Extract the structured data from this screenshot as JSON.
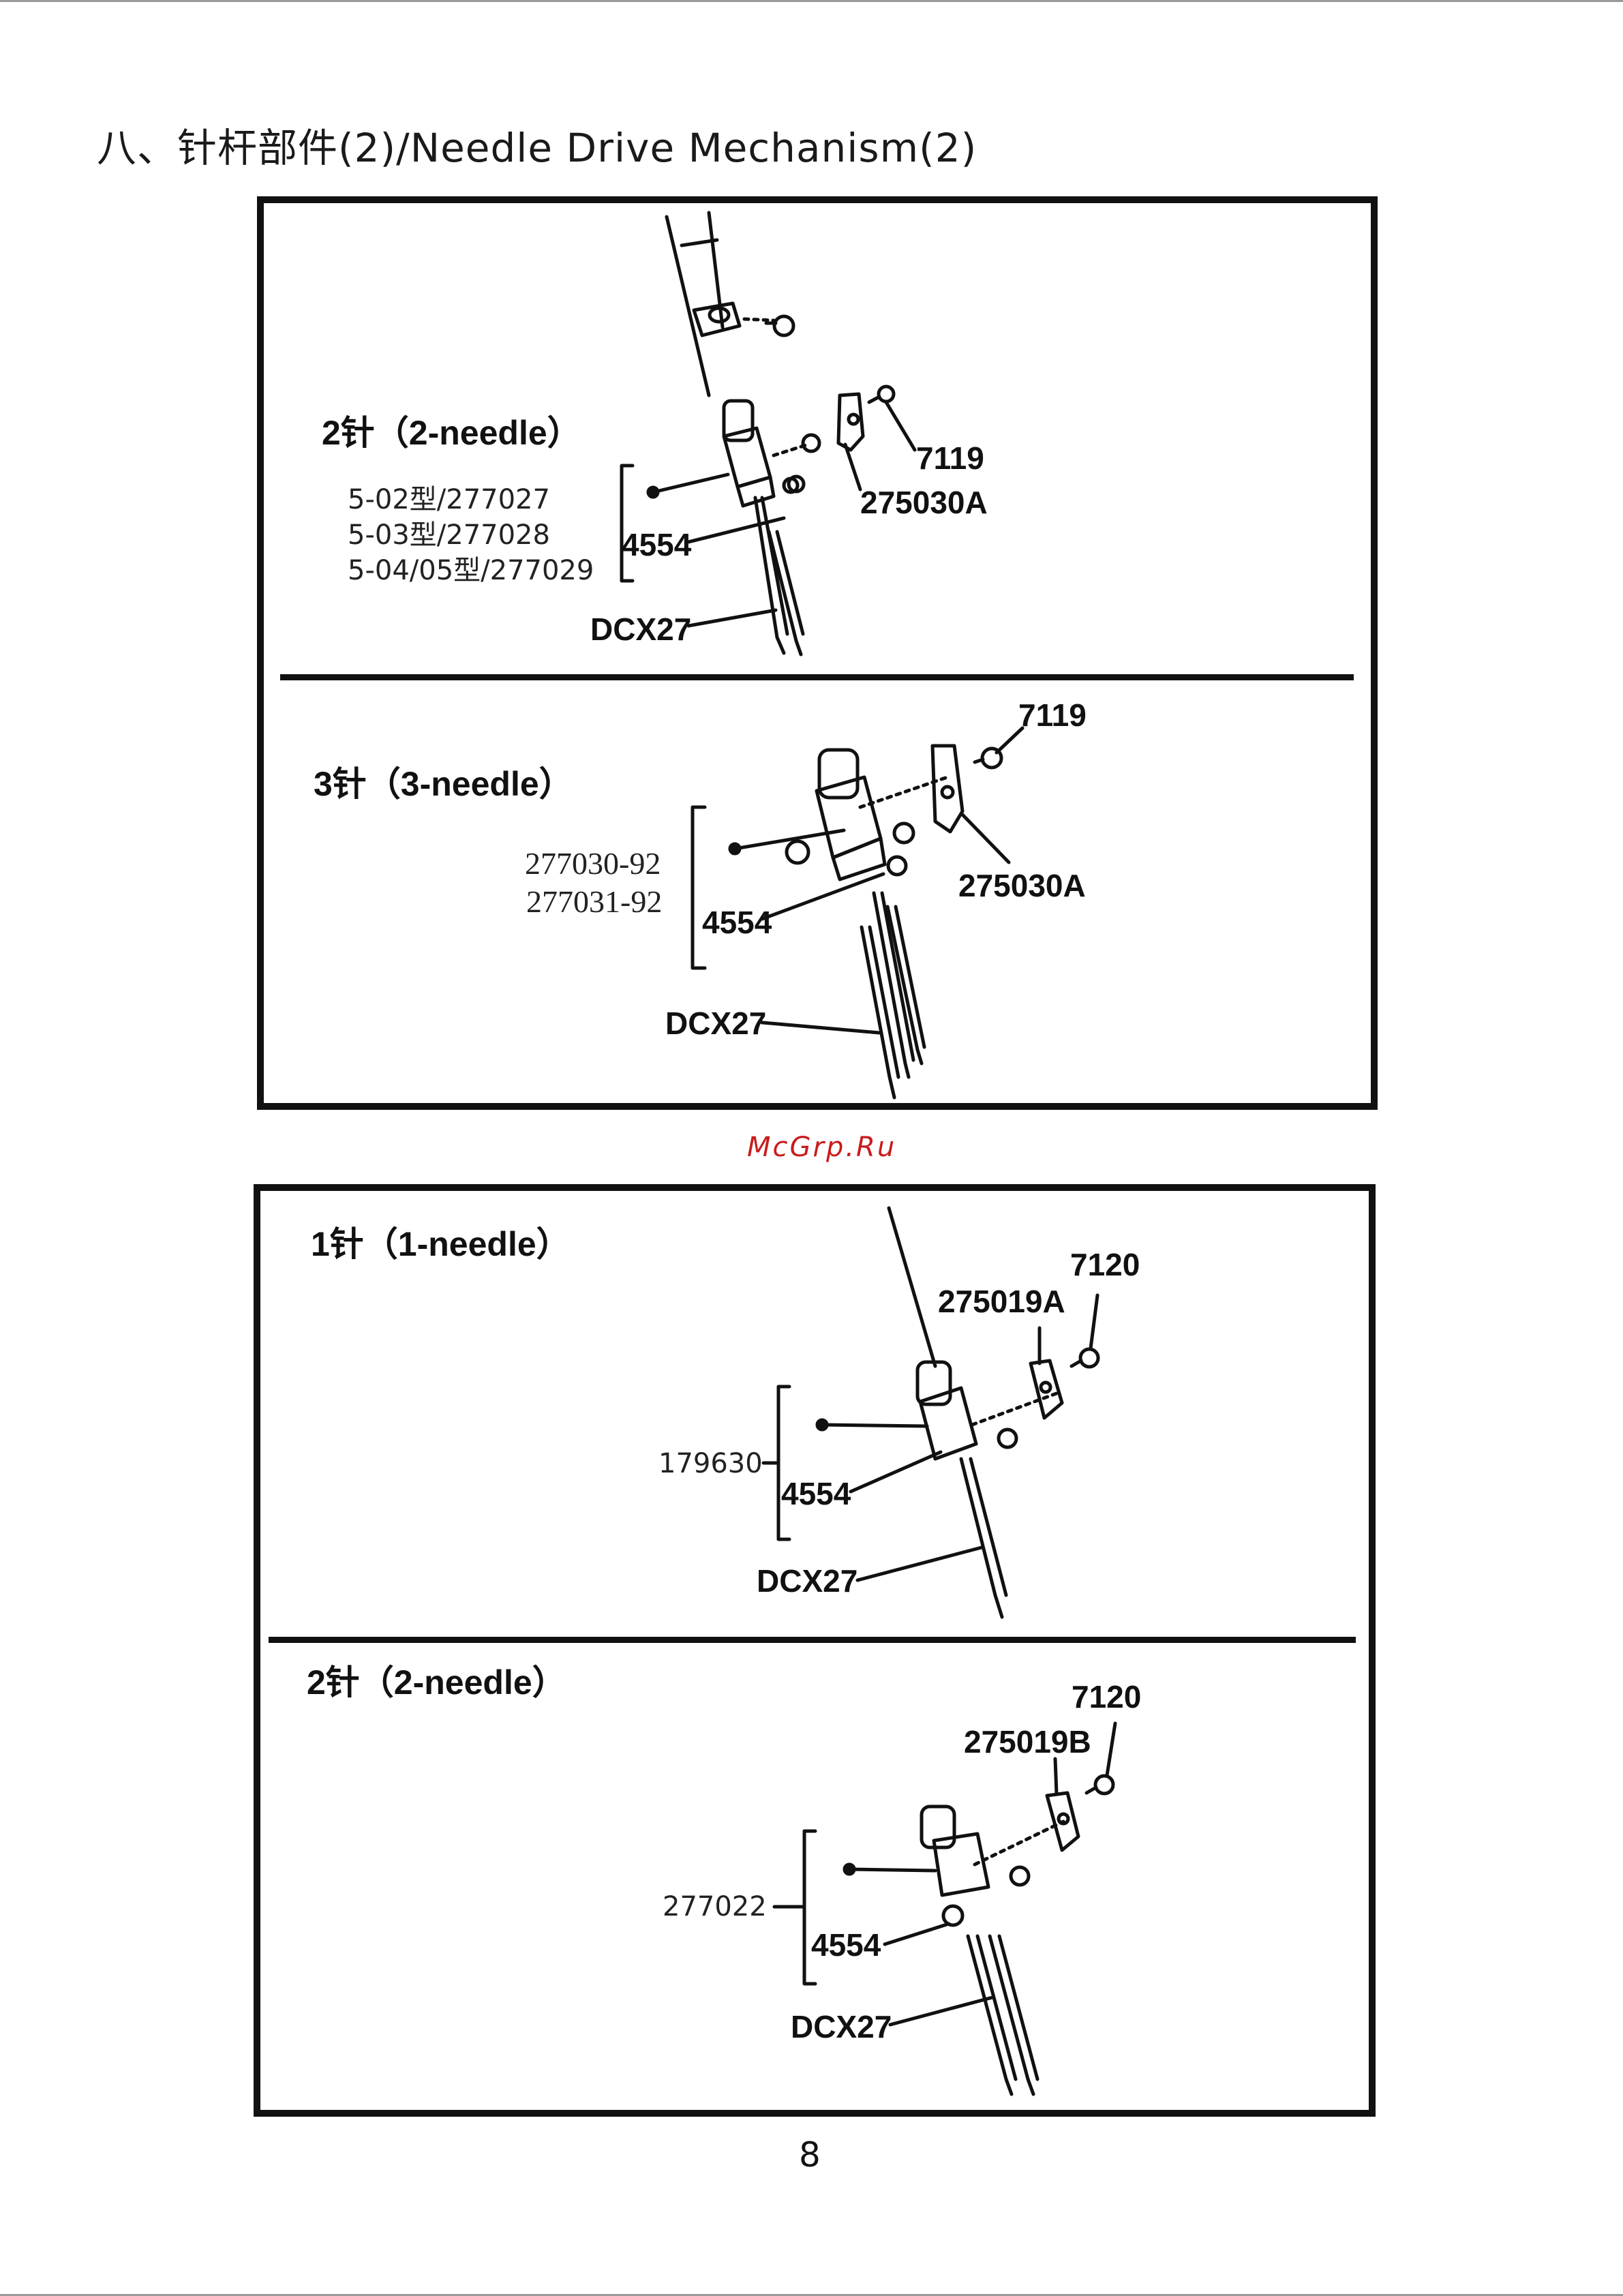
{
  "page": {
    "title": "八、针杆部件(2)/Needle Drive Mechanism(2)",
    "watermark": "McGrp.Ru",
    "page_number": "8"
  },
  "panel1": {
    "section_a": {
      "label": "2针（2-needle）",
      "models": [
        "5-02型/277027",
        "5-03型/277028",
        "5-04/05型/277029"
      ],
      "parts": {
        "screw": "7119",
        "guide": "275030A",
        "set_screw": "4554",
        "needle": "DCX27"
      }
    },
    "section_b": {
      "label": "3针（3-needle）",
      "models": [
        "277030-92",
        "277031-92"
      ],
      "parts": {
        "screw": "7119",
        "guide": "275030A",
        "set_screw": "4554",
        "needle": "DCX27"
      }
    }
  },
  "panel2": {
    "section_a": {
      "label": "1针（1-needle）",
      "models": [
        "179630"
      ],
      "parts": {
        "screw": "7120",
        "guide": "275019A",
        "set_screw": "4554",
        "needle": "DCX27"
      }
    },
    "section_b": {
      "label": "2针（2-needle）",
      "models": [
        "277022"
      ],
      "parts": {
        "screw": "7120",
        "guide": "275019B",
        "set_screw": "4554",
        "needle": "DCX27"
      }
    }
  }
}
